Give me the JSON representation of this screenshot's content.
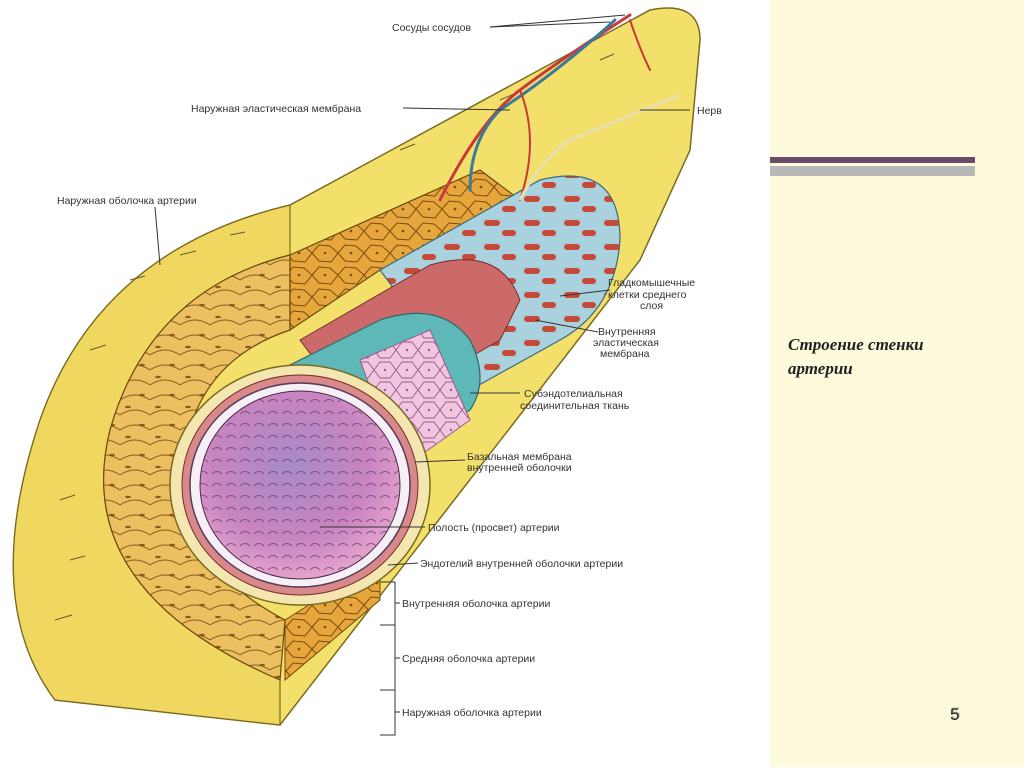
{
  "slide": {
    "title": "Строение стенки артерии",
    "page_number": "5",
    "colors": {
      "side_panel": "#fdfbdc",
      "rule_dark": "#6a4c6a",
      "rule_light": "#b8b8b8",
      "adventitia": "#f2e06a",
      "media": "#e2a23a",
      "elastic": "#9cc8d8",
      "intima": "#5fb8b8",
      "endothelium": "#f0c0dc",
      "lumen": "#c87ab8",
      "vessel": "#c83a3a"
    }
  },
  "diagram": {
    "labels": {
      "vasa_vasorum": "Сосуды сосудов",
      "external_elastic_membrane": "Наружная эластическая мембрана",
      "nerve": "Нерв",
      "tunica_externa_top": "Наружная оболочка артерии",
      "smooth_muscle_line1": "Гладкомышечные",
      "smooth_muscle_line2": "клетки среднего",
      "smooth_muscle_line3": "слоя",
      "internal_elastic_line1": "Внутренняя",
      "internal_elastic_line2": "эластическая",
      "internal_elastic_line3": "мембрана",
      "subendothelial_line1": "Субэндотелиальная",
      "subendothelial_line2": "соединительная ткань",
      "basement_line1": "Базальная мембрана",
      "basement_line2": "внутренней оболочки",
      "lumen": "Полость (просвет) артерии",
      "endothelium": "Эндотелий внутренней оболочки артерии",
      "tunica_intima": "Внутренняя оболочка артерии",
      "tunica_media": "Средняя оболочка артерии",
      "tunica_externa_bottom": "Наружная оболочка артерии"
    }
  }
}
